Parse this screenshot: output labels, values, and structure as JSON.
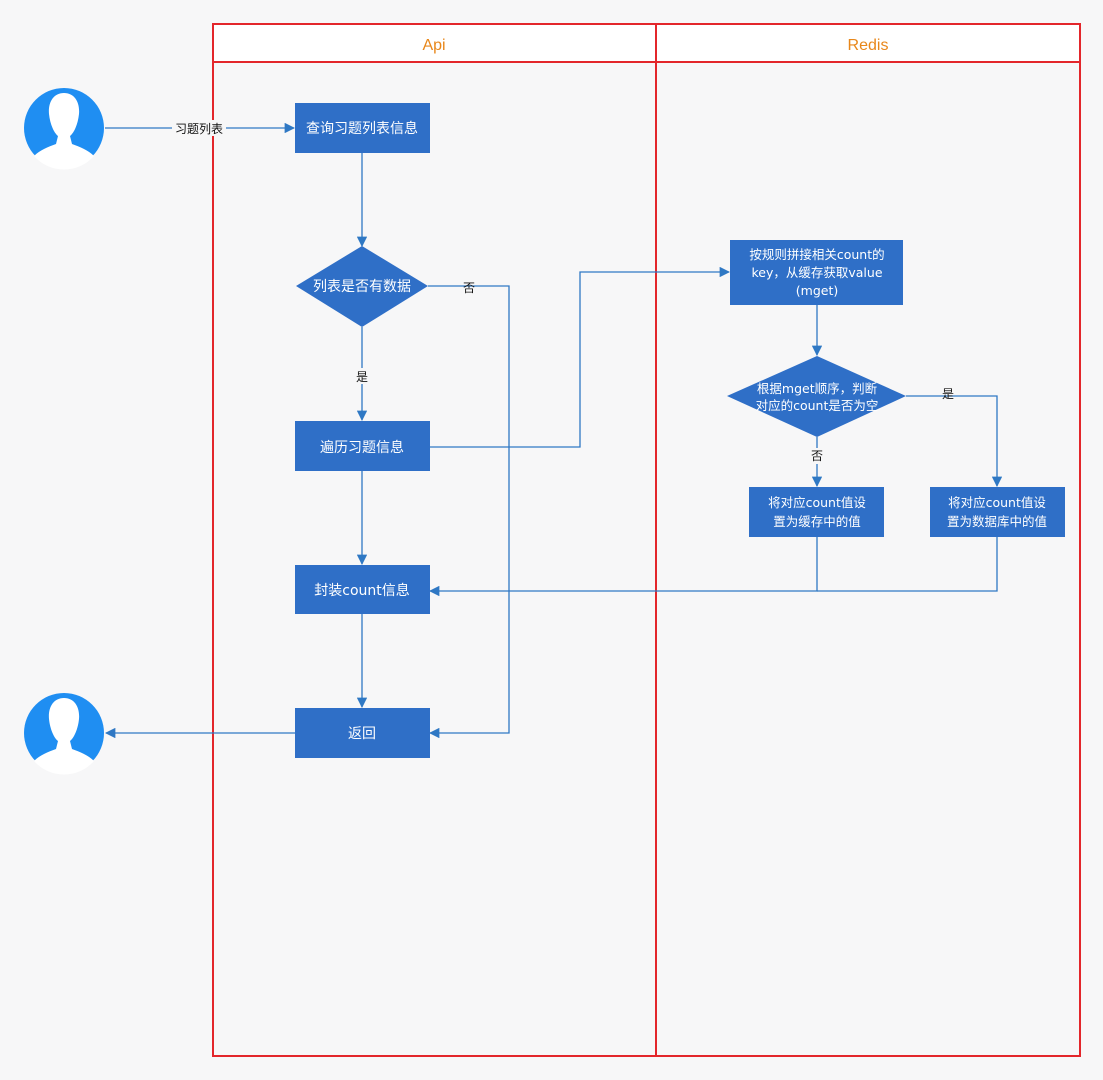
{
  "colors": {
    "lane_border": "#e3262b",
    "box_fill": "#2f6fc7",
    "edge": "#2f78c4",
    "lane_title": "#e8871a",
    "avatar": "#1f8ef2"
  },
  "lanes": {
    "api": {
      "title": "Api"
    },
    "redis": {
      "title": "Redis"
    }
  },
  "actors": {
    "user_top": {
      "icon": "user-avatar-icon"
    },
    "user_bottom": {
      "icon": "user-avatar-icon"
    }
  },
  "nodes": {
    "query_list": {
      "label": "查询习题列表信息"
    },
    "has_data": {
      "label": "列表是否有数据"
    },
    "traverse": {
      "label": "遍历习题信息"
    },
    "wrap_count": {
      "label": "封装count信息"
    },
    "return": {
      "label": "返回"
    },
    "build_keys": {
      "line1": "按规则拼接相关count的",
      "line2": "key，从缓存获取value",
      "line3": "(mget)"
    },
    "check_empty": {
      "line1": "根据mget顺序，判断",
      "line2": "对应的count是否为空"
    },
    "set_cache": {
      "line1": "将对应count值设",
      "line2": "置为缓存中的值"
    },
    "set_db": {
      "line1": "将对应count值设",
      "line2": "置为数据库中的值"
    }
  },
  "edge_labels": {
    "request": "习题列表",
    "no_data": "否",
    "yes_data": "是",
    "is_empty_yes": "是",
    "is_empty_no": "否"
  }
}
